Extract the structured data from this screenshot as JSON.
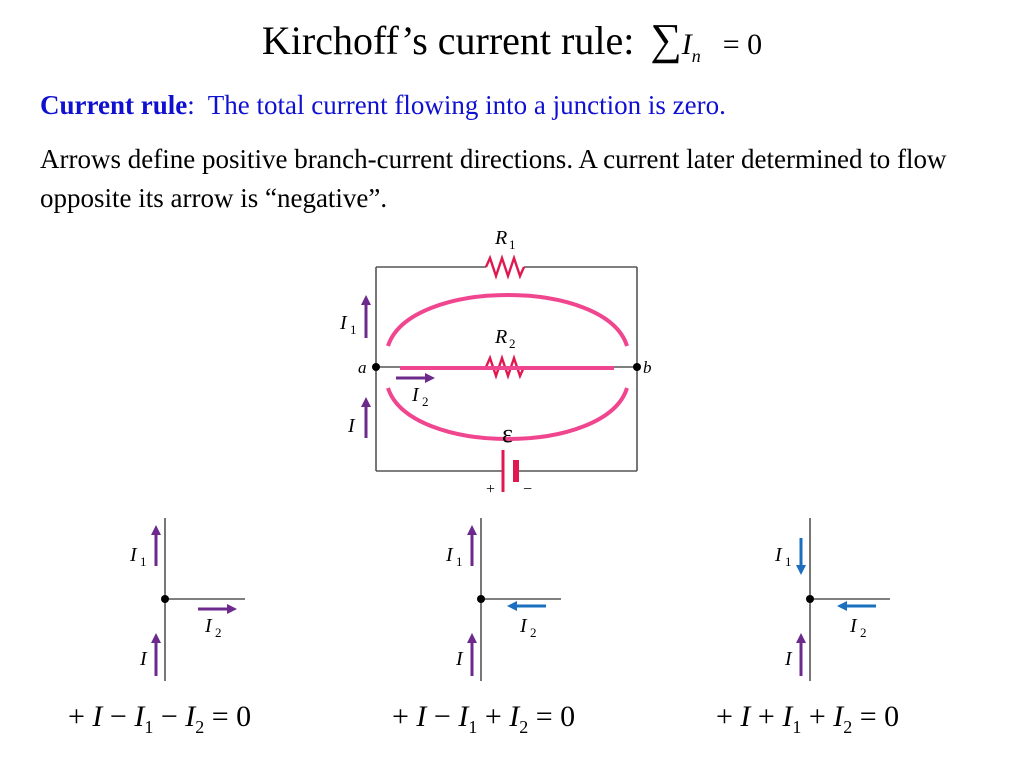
{
  "title": {
    "text": "Kirchoff’s current rule:",
    "sum_symbol": "∑",
    "var": "I",
    "sub": "n",
    "equals": "= 0"
  },
  "rule": {
    "label": "Current rule",
    "colon": ":",
    "text": "The total current flowing into a junction is zero."
  },
  "paragraph": "Arrows define positive branch-current directions.  A current later determined to flow opposite its arrow is “negative”.",
  "circuit": {
    "r1_main": "R",
    "r1_sub": "1",
    "r2_main": "R",
    "r2_sub": "2",
    "node_a": "a",
    "node_b": "b",
    "i1_main": "I",
    "i1_sub": "1",
    "i2_main": "I",
    "i2_sub": "2",
    "i_main": "I",
    "emf": "ε",
    "plus": "+",
    "minus": "−"
  },
  "junctions": [
    {
      "i1": "I",
      "i1_sub": "1",
      "i2": "I",
      "i2_sub": "2",
      "i": "I"
    },
    {
      "i1": "I",
      "i1_sub": "1",
      "i2": "I",
      "i2_sub": "2",
      "i": "I"
    },
    {
      "i1": "I",
      "i1_sub": "1",
      "i2": "I",
      "i2_sub": "2",
      "i": "I"
    }
  ],
  "equations": [
    {
      "s0": "+",
      "v0": "I",
      "s1": "−",
      "v1": "I",
      "sub1": "1",
      "s2": "−",
      "v2": "I",
      "sub2": "2",
      "rhs": "= 0"
    },
    {
      "s0": "+",
      "v0": "I",
      "s1": "−",
      "v1": "I",
      "sub1": "1",
      "s2": "+",
      "v2": "I",
      "sub2": "2",
      "rhs": "= 0"
    },
    {
      "s0": "+",
      "v0": "I",
      "s1": "+",
      "v1": "I",
      "sub1": "1",
      "s2": "+",
      "v2": "I",
      "sub2": "2",
      "rhs": "= 0"
    }
  ],
  "colors": {
    "rule_blue": "#1010d0",
    "loop_pink": "#f0458f",
    "arrow_purple": "#6c2a8c",
    "arrow_blue": "#1a6fbf",
    "resistor_red": "#e01850"
  }
}
